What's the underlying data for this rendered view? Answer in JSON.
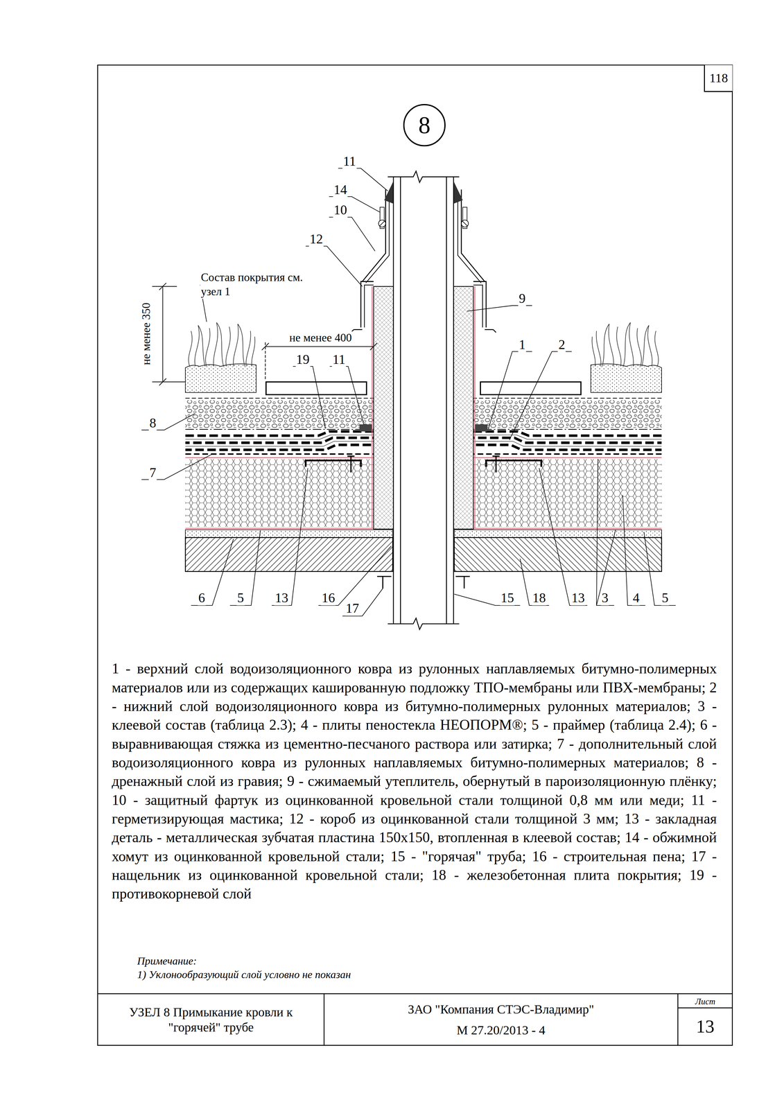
{
  "diagram": {
    "nodes": [
      {
        "text": [
          "8"
        ]
      },
      {
        "text": [
          "118"
        ]
      },
      {
        "text": [
          "УЗЕЛ 8 Примыкание кровли к \"горячей\" трубе"
        ]
      },
      {
        "text": [
          "ЗАО \"Компания СТЭС-Владимир\"",
          "М 27.20/2013 - 4"
        ]
      },
      {
        "text": [
          "Лист",
          "13"
        ]
      }
    ],
    "labels": [
      "11",
      "14",
      "10",
      "12",
      "Состав покрытия см. узел 1",
      "9",
      "не менее 350",
      "не менее 400",
      "1",
      "2",
      "19",
      "11",
      "8",
      "7",
      "6",
      "5",
      "13",
      "16",
      "17",
      "15",
      "18",
      "13",
      "3",
      "4",
      "5",
      "1 - верхний слой водоизоляционного ковра из рулонных наплавляемых битумно-полимерных материалов или из содержащих кашированную подложку ТПО-мембраны или ПВХ-мембраны; 2 - нижний слой водоизоляционного ковра из битумно-полимерных рулонных материалов; 3 - клеевой состав (таблица 2.3); 4 - плиты пеностекла НЕОПОРМ®; 5 - праймер (таблица 2.4); 6 - выравнивающая стяжка из цементно-песчаного раствора или затирка; 7 - дополнительный слой водоизоляционного ковра из рулонных наплавляемых битумно-полимерных материалов; 8 - дренажный слой из гравия; 9 - сжимаемый утеплитель, обернутый в пароизоляционную плёнку; 10 - защитный фартук из оцинкованной кровельной стали толщиной 0,8 мм или меди; 11 - герметизирующая мастика; 12 - короб из оцинкованной стали толщиной 3 мм; 13 - закладная деталь - металлическая зубчатая пластина 150х150, втопленная в клеевой состав; 14 - обжимной хомут из оцинкованной кровельной стали; 15 - \"горячая\" труба; 16 - строительная пена; 17 - нащельник из оцинкованной кровельной стали; 18 - железобетонная плита покрытия; 19 - противокорневой слой",
      "Примечание:",
      "1) Уклонообразующий слой условно не показан"
    ]
  }
}
